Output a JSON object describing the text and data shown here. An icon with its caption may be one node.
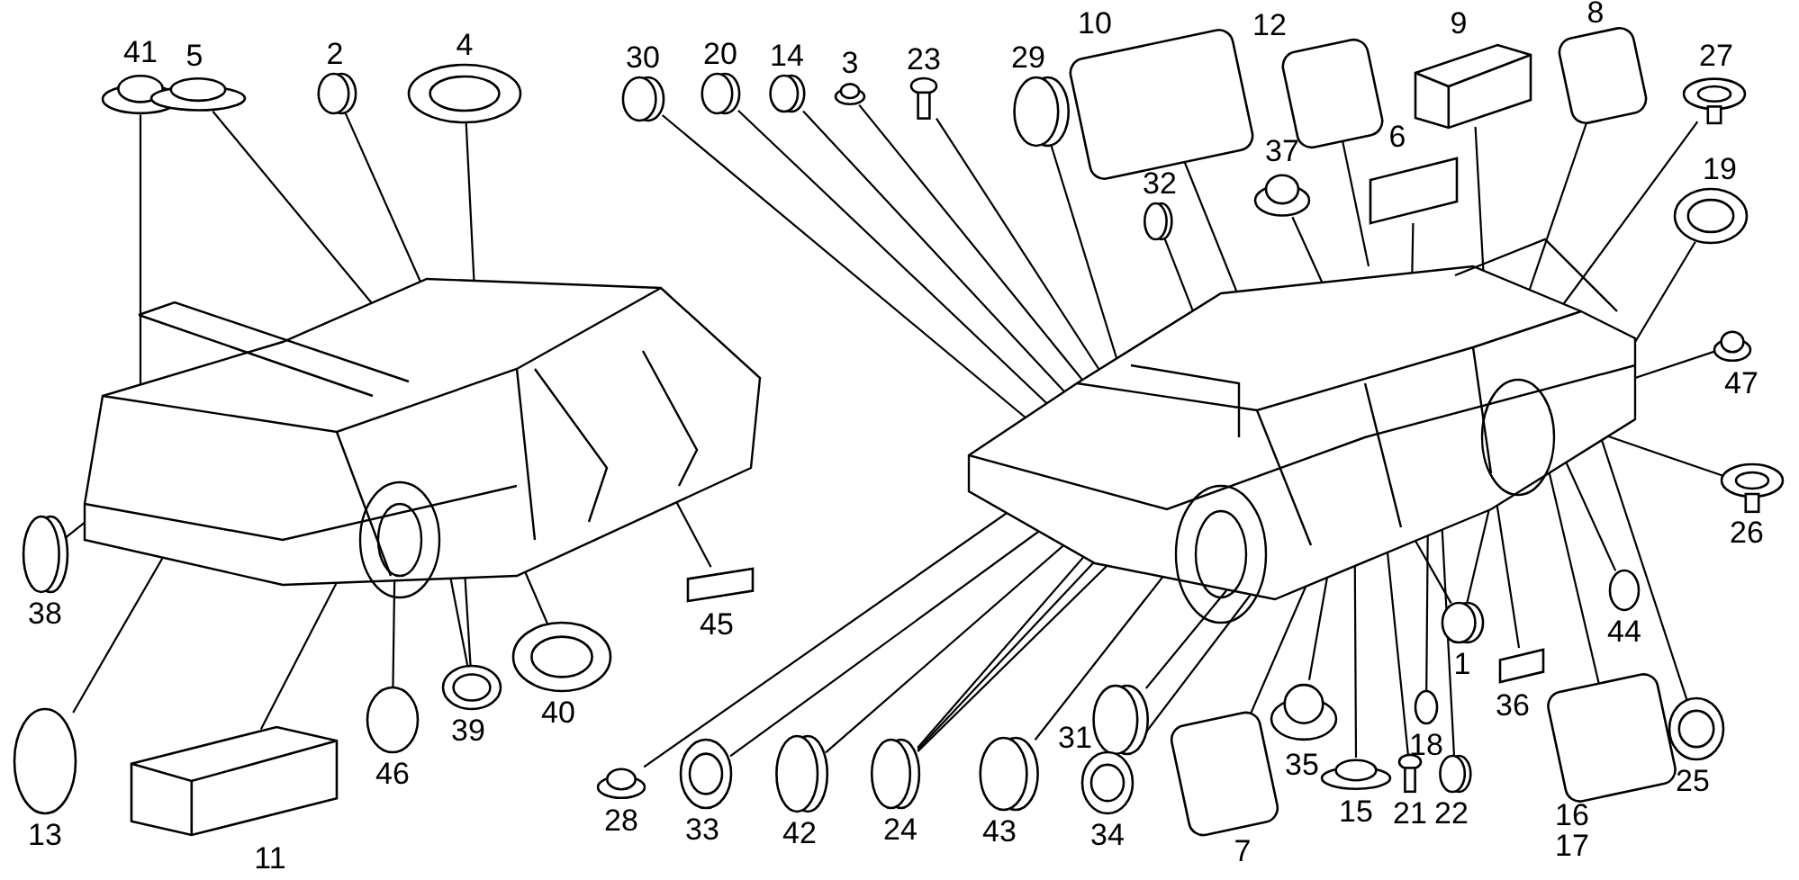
{
  "diagram": {
    "nodes": [
      {
        "text": [],
        "shape": "picture"
      },
      {
        "text": [],
        "shape": "picture"
      },
      {
        "text": [],
        "shape": "circle",
        "beside": [
          "41"
        ]
      },
      {
        "text": [],
        "shape": "circle",
        "beside": [
          "5"
        ]
      },
      {
        "text": [],
        "shape": "circle",
        "beside": [
          "2"
        ]
      },
      {
        "text": [],
        "shape": "circle",
        "beside": [
          "4"
        ]
      },
      {
        "text": [],
        "shape": "circle",
        "beside": [
          "30"
        ]
      },
      {
        "text": [],
        "shape": "circle",
        "beside": [
          "20"
        ]
      },
      {
        "text": [],
        "shape": "circle",
        "beside": [
          "14"
        ]
      },
      {
        "text": [],
        "shape": "circle",
        "beside": [
          "3"
        ]
      },
      {
        "text": [],
        "shape": "circle",
        "beside": [
          "23"
        ]
      },
      {
        "text": [],
        "shape": "circle",
        "beside": [
          "29"
        ]
      },
      {
        "text": [],
        "shape": "box",
        "beside": [
          "10"
        ]
      },
      {
        "text": [],
        "shape": "box",
        "beside": [
          "12"
        ]
      },
      {
        "text": [],
        "shape": "box",
        "beside": [
          "9"
        ]
      },
      {
        "text": [],
        "shape": "box",
        "beside": [
          "8"
        ]
      },
      {
        "text": [],
        "shape": "circle",
        "beside": [
          "27"
        ]
      },
      {
        "text": [],
        "shape": "circle",
        "beside": [
          "19"
        ]
      },
      {
        "text": [],
        "shape": "circle",
        "beside": [
          "37"
        ]
      },
      {
        "text": [],
        "shape": "circle",
        "beside": [
          "32"
        ]
      },
      {
        "text": [],
        "shape": "box",
        "beside": [
          "6"
        ]
      },
      {
        "text": [],
        "shape": "circle",
        "beside": [
          "47"
        ]
      },
      {
        "text": [],
        "shape": "circle",
        "beside": [
          "26"
        ]
      },
      {
        "text": [],
        "shape": "circle",
        "beside": [
          "38"
        ]
      },
      {
        "text": [],
        "shape": "box",
        "beside": [
          "45"
        ]
      },
      {
        "text": [],
        "shape": "circle",
        "beside": [
          "44"
        ]
      },
      {
        "text": [],
        "shape": "circle",
        "beside": [
          "1"
        ]
      },
      {
        "text": [],
        "shape": "box",
        "beside": [
          "36"
        ]
      },
      {
        "text": [],
        "shape": "circle",
        "beside": [
          "13"
        ]
      },
      {
        "text": [],
        "shape": "box",
        "beside": [
          "11"
        ]
      },
      {
        "text": [],
        "shape": "circle",
        "beside": [
          "46"
        ]
      },
      {
        "text": [],
        "shape": "circle",
        "beside": [
          "39"
        ]
      },
      {
        "text": [],
        "shape": "circle",
        "beside": [
          "40"
        ]
      },
      {
        "text": [],
        "shape": "circle",
        "beside": [
          "28"
        ]
      },
      {
        "text": [],
        "shape": "circle",
        "beside": [
          "33"
        ]
      },
      {
        "text": [],
        "shape": "circle",
        "beside": [
          "42"
        ]
      },
      {
        "text": [],
        "shape": "circle",
        "beside": [
          "24"
        ]
      },
      {
        "text": [],
        "shape": "circle",
        "beside": [
          "43"
        ]
      },
      {
        "text": [],
        "shape": "circle",
        "beside": [
          "31"
        ]
      },
      {
        "text": [],
        "shape": "circle",
        "beside": [
          "34"
        ]
      },
      {
        "text": [],
        "shape": "box",
        "beside": [
          "7"
        ]
      },
      {
        "text": [],
        "shape": "circle",
        "beside": [
          "35"
        ]
      },
      {
        "text": [],
        "shape": "circle",
        "beside": [
          "15"
        ]
      },
      {
        "text": [],
        "shape": "circle",
        "beside": [
          "21"
        ]
      },
      {
        "text": [],
        "shape": "circle",
        "beside": [
          "18"
        ]
      },
      {
        "text": [],
        "shape": "circle",
        "beside": [
          "22"
        ]
      },
      {
        "text": [],
        "shape": "box",
        "beside": [
          "16",
          "17"
        ]
      },
      {
        "text": [],
        "shape": "circle",
        "beside": [
          "25"
        ]
      }
    ],
    "edges": [
      {
        "from": 2,
        "to": 0,
        "arrow": "none"
      },
      {
        "from": 3,
        "to": 0,
        "arrow": "none"
      },
      {
        "from": 4,
        "to": 0,
        "arrow": "none"
      },
      {
        "from": 5,
        "to": 0,
        "arrow": "none"
      },
      {
        "from": 6,
        "to": 1,
        "arrow": "none"
      },
      {
        "from": 7,
        "to": 1,
        "arrow": "none"
      },
      {
        "from": 8,
        "to": 1,
        "arrow": "none"
      },
      {
        "from": 9,
        "to": 1,
        "arrow": "none"
      },
      {
        "from": 10,
        "to": 1,
        "arrow": "none"
      },
      {
        "from": 11,
        "to": 1,
        "arrow": "none"
      },
      {
        "from": 12,
        "to": 1,
        "arrow": "none"
      },
      {
        "from": 13,
        "to": 1,
        "arrow": "none"
      },
      {
        "from": 14,
        "to": 1,
        "arrow": "none"
      },
      {
        "from": 15,
        "to": 1,
        "arrow": "none"
      },
      {
        "from": 16,
        "to": 1,
        "arrow": "none"
      },
      {
        "from": 17,
        "to": 1,
        "arrow": "none"
      },
      {
        "from": 18,
        "to": 1,
        "arrow": "none"
      },
      {
        "from": 19,
        "to": 1,
        "arrow": "none"
      },
      {
        "from": 20,
        "to": 1,
        "arrow": "none"
      },
      {
        "from": 21,
        "to": 1,
        "arrow": "none"
      },
      {
        "from": 22,
        "to": 1,
        "arrow": "none"
      },
      {
        "from": 23,
        "to": 0,
        "arrow": "none"
      },
      {
        "from": 24,
        "to": 0,
        "arrow": "none"
      },
      {
        "from": 25,
        "to": 1,
        "arrow": "none"
      },
      {
        "from": 26,
        "to": 1,
        "arrow": "none"
      },
      {
        "from": 26,
        "to": 1,
        "arrow": "none"
      },
      {
        "from": 27,
        "to": 1,
        "arrow": "none"
      },
      {
        "from": 28,
        "to": 0,
        "arrow": "none"
      },
      {
        "from": 29,
        "to": 0,
        "arrow": "none"
      },
      {
        "from": 30,
        "to": 0,
        "arrow": "none"
      },
      {
        "from": 31,
        "to": 0,
        "arrow": "none"
      },
      {
        "from": 31,
        "to": 0,
        "arrow": "none"
      },
      {
        "from": 32,
        "to": 0,
        "arrow": "none"
      },
      {
        "from": 33,
        "to": 1,
        "arrow": "none"
      },
      {
        "from": 34,
        "to": 1,
        "arrow": "none"
      },
      {
        "from": 35,
        "to": 1,
        "arrow": "none"
      },
      {
        "from": 36,
        "to": 1,
        "arrow": "none"
      },
      {
        "from": 36,
        "to": 1,
        "arrow": "none"
      },
      {
        "from": 36,
        "to": 1,
        "arrow": "none"
      },
      {
        "from": 37,
        "to": 1,
        "arrow": "none"
      },
      {
        "from": 38,
        "to": 1,
        "arrow": "none"
      },
      {
        "from": 39,
        "to": 1,
        "arrow": "none"
      },
      {
        "from": 40,
        "to": 1,
        "arrow": "none"
      },
      {
        "from": 41,
        "to": 1,
        "arrow": "none"
      },
      {
        "from": 42,
        "to": 1,
        "arrow": "none"
      },
      {
        "from": 43,
        "to": 1,
        "arrow": "none"
      },
      {
        "from": 44,
        "to": 1,
        "arrow": "none"
      },
      {
        "from": 45,
        "to": 1,
        "arrow": "none"
      },
      {
        "from": 46,
        "to": 1,
        "arrow": "none"
      },
      {
        "from": 47,
        "to": 1,
        "arrow": "none"
      }
    ]
  }
}
